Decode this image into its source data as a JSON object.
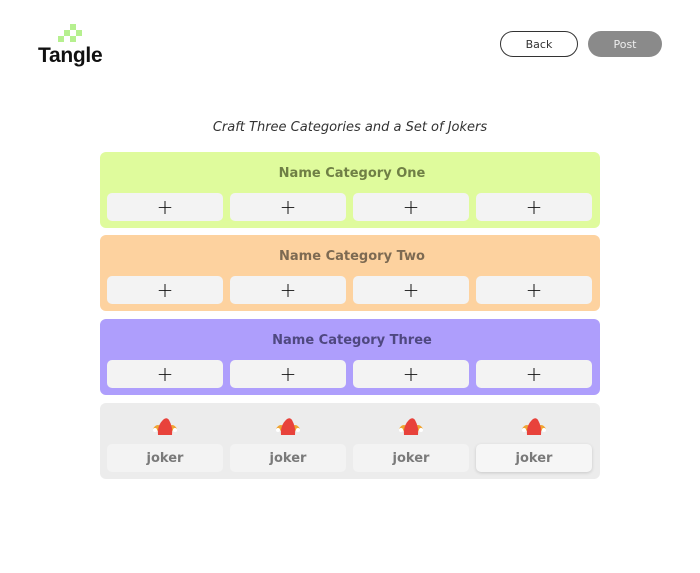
{
  "header": {
    "logo_text": "Tangle",
    "back_label": "Back",
    "post_label": "Post"
  },
  "subtitle": "Craft Three Categories and a Set of Jokers",
  "colors": {
    "category_one": "#dffb9c",
    "category_two": "#fdd29f",
    "category_three": "#ae9efc",
    "jokers": "#ececec",
    "post_button": "#8a8a8a",
    "logo_mark": "#b6f08f"
  },
  "categories": [
    {
      "placeholder": "Name Category One",
      "cells": [
        "+",
        "+",
        "+",
        "+"
      ]
    },
    {
      "placeholder": "Name Category Two",
      "cells": [
        "+",
        "+",
        "+",
        "+"
      ]
    },
    {
      "placeholder": "Name Category Three",
      "cells": [
        "+",
        "+",
        "+",
        "+"
      ]
    }
  ],
  "jokers": {
    "icon": "jester-hat-icon",
    "items": [
      "joker",
      "joker",
      "joker",
      "joker"
    ]
  }
}
